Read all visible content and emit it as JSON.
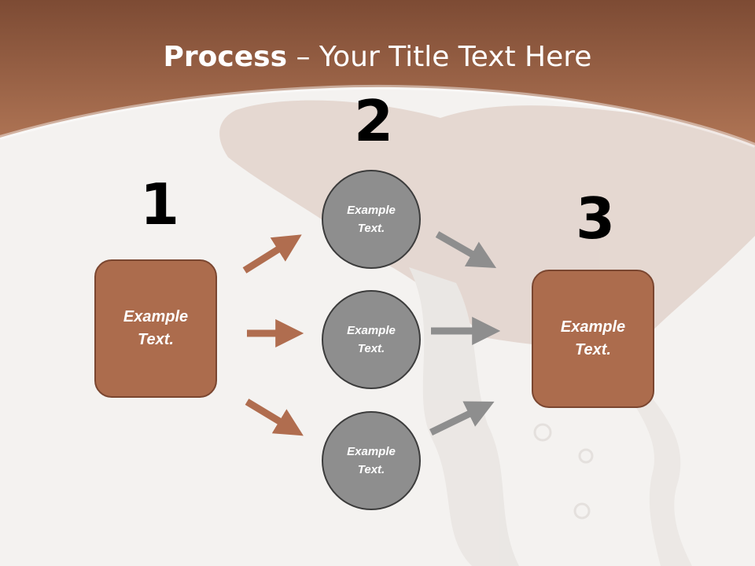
{
  "title": {
    "bold": "Process",
    "rest": " – Your Title Text Here"
  },
  "steps": [
    {
      "number": "1",
      "line1": "Example",
      "line2": "Text."
    },
    {
      "number": "2"
    },
    {
      "number": "3",
      "line1": "Example",
      "line2": "Text."
    }
  ],
  "circles": [
    {
      "line1": "Example",
      "line2": "Text."
    },
    {
      "line1": "Example",
      "line2": "Text."
    },
    {
      "line1": "Example",
      "line2": "Text."
    }
  ],
  "colors": {
    "header": "#a86a4a",
    "box": "#ac6c4d",
    "circle": "#8e8e8e",
    "brown_arrow": "#b06d4f",
    "gray_arrow": "#8e8e8e"
  }
}
